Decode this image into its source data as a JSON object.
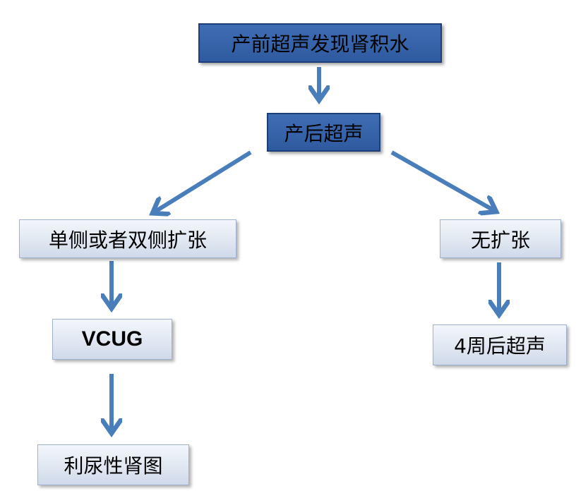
{
  "diagram": {
    "nodes": [
      {
        "id": "antenatal",
        "label": "产前超声发现肾积水",
        "style": "dark"
      },
      {
        "id": "postnatal",
        "label": "产后超声",
        "style": "dark"
      },
      {
        "id": "dilation",
        "label": "单侧或者双侧扩张",
        "style": "light"
      },
      {
        "id": "nodilation",
        "label": "无扩张",
        "style": "light"
      },
      {
        "id": "vcug",
        "label": "VCUG",
        "style": "light"
      },
      {
        "id": "followup",
        "label": "4周后超声",
        "style": "light"
      },
      {
        "id": "renogram",
        "label": "利尿性肾图",
        "style": "light"
      }
    ],
    "edges": [
      {
        "from": "antenatal",
        "to": "postnatal"
      },
      {
        "from": "postnatal",
        "to": "dilation"
      },
      {
        "from": "postnatal",
        "to": "nodilation"
      },
      {
        "from": "dilation",
        "to": "vcug"
      },
      {
        "from": "nodilation",
        "to": "followup"
      },
      {
        "from": "vcug",
        "to": "renogram"
      }
    ],
    "colors": {
      "dark_box": "#2f5aa0",
      "light_box": "#dfe6f1",
      "arrow": "#4a7ebb",
      "text": "#000000"
    }
  }
}
